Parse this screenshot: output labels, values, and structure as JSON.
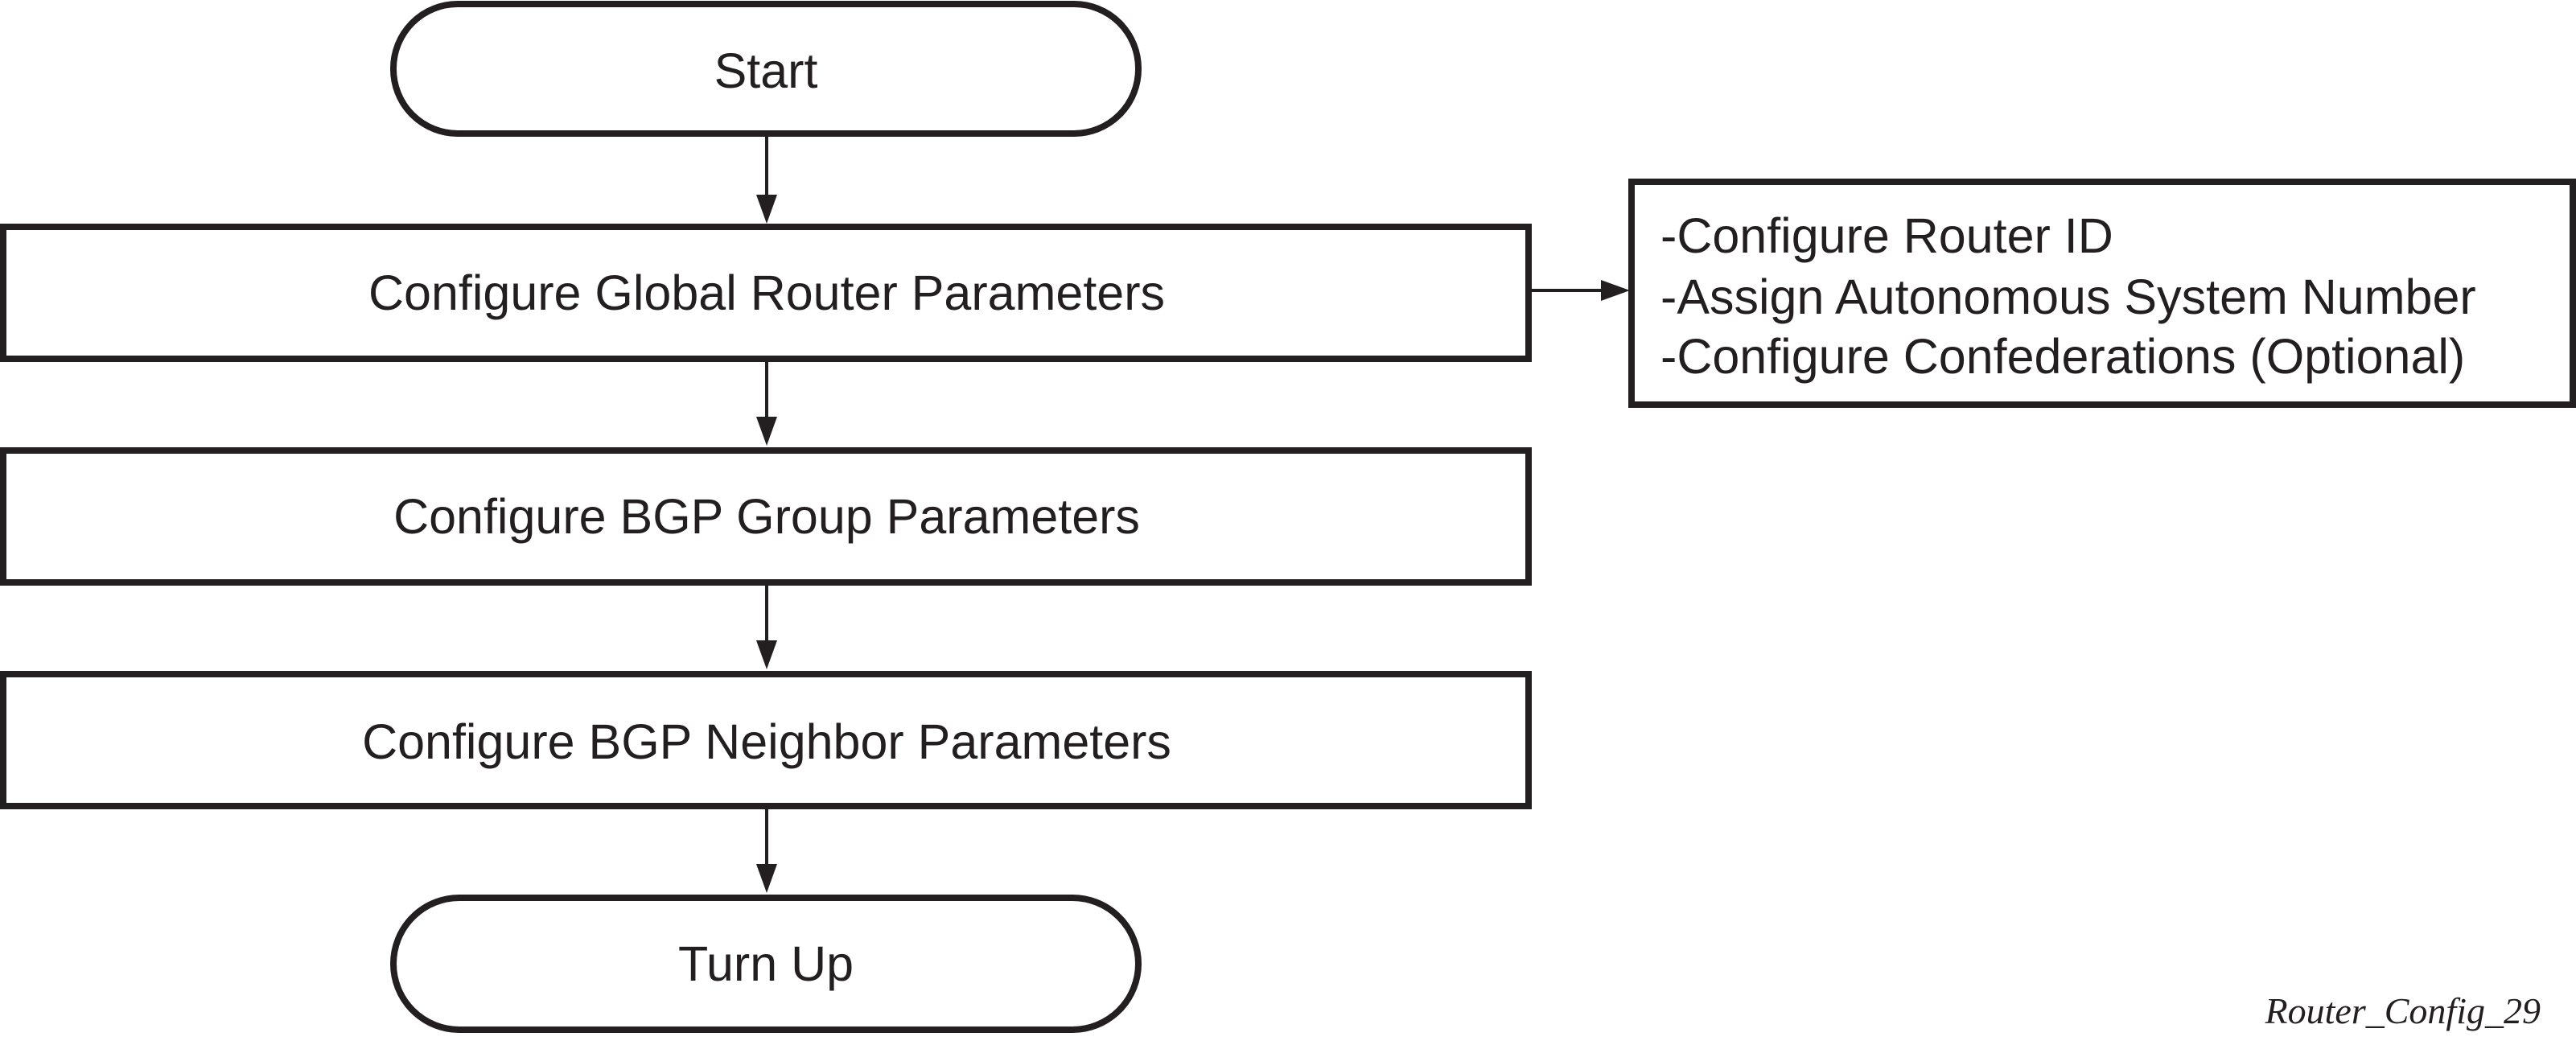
{
  "flowchart": {
    "start": {
      "label": "Start"
    },
    "steps": [
      {
        "label": "Configure Global Router Parameters"
      },
      {
        "label": "Configure BGP Group Parameters"
      },
      {
        "label": "Configure BGP Neighbor Parameters"
      }
    ],
    "end": {
      "label": "Turn Up"
    }
  },
  "note": {
    "lines": [
      "-Configure Router ID",
      "-Assign Autonomous System Number",
      "-Configure Confederations (Optional)"
    ]
  },
  "figure_id": "Router_Config_29",
  "colors": {
    "stroke": "#231f20",
    "fill": "#ffffff"
  }
}
